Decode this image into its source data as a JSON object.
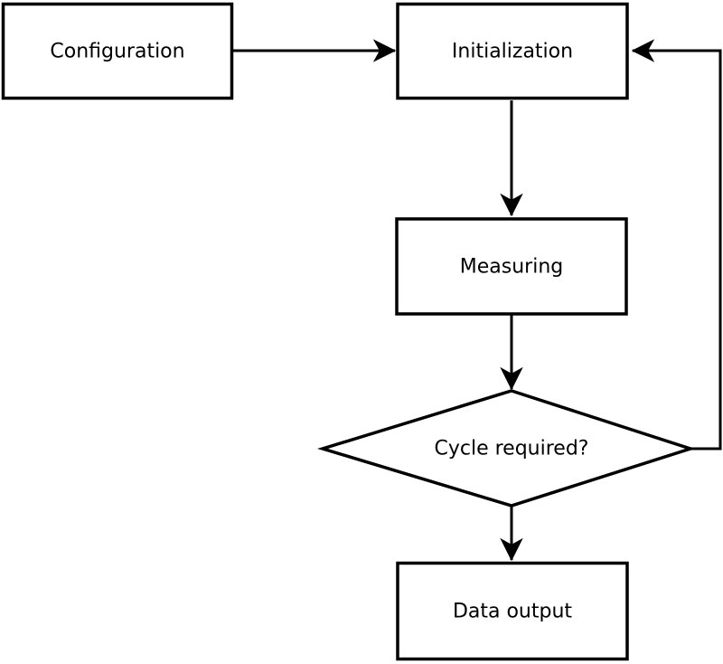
{
  "diagram": {
    "type": "flowchart",
    "colors": {
      "background": "#ffffff",
      "shape_fill": "#ffffff",
      "stroke": "#000000",
      "text": "#000000"
    },
    "nodes": [
      {
        "id": "configuration",
        "shape": "rectangle",
        "label": "Configuration"
      },
      {
        "id": "initialization",
        "shape": "rectangle",
        "label": "Initialization"
      },
      {
        "id": "measuring",
        "shape": "rectangle",
        "label": "Measuring"
      },
      {
        "id": "cycle-required",
        "shape": "diamond",
        "label": "Cycle required?"
      },
      {
        "id": "data-output",
        "shape": "rectangle",
        "label": "Data output"
      }
    ],
    "edges": [
      {
        "from": "configuration",
        "to": "initialization",
        "kind": "arrow"
      },
      {
        "from": "initialization",
        "to": "measuring",
        "kind": "arrow"
      },
      {
        "from": "measuring",
        "to": "cycle-required",
        "kind": "arrow"
      },
      {
        "from": "cycle-required",
        "to": "data-output",
        "kind": "arrow"
      },
      {
        "from": "cycle-required",
        "to": "initialization",
        "kind": "loop-back-arrow"
      }
    ]
  }
}
